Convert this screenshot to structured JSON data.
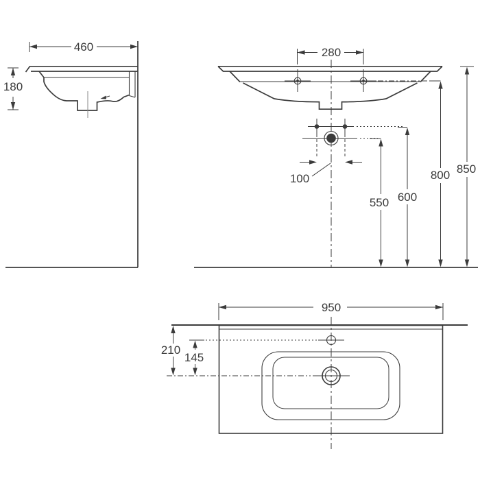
{
  "drawing": {
    "kind": "washbasin-technical-drawing",
    "units": "mm",
    "colors": {
      "line": "#3b3b3b",
      "text": "#3b3b3b",
      "background": "#ffffff",
      "centerline": "#8a8a8a"
    },
    "views": {
      "side": {
        "label": "side-view",
        "dims": {
          "depth": "460",
          "height": "180"
        }
      },
      "front": {
        "label": "front-view",
        "dims": {
          "tap_hole_spacing": "280",
          "bolt_spacing": "100",
          "drain_outlet_height": "550",
          "bolt_height": "600",
          "tap_hole_height": "800",
          "rim_height": "850"
        }
      },
      "plan": {
        "label": "plan-view",
        "dims": {
          "width": "950",
          "rim_to_drain": "210",
          "tap_to_drain": "145"
        }
      }
    }
  }
}
